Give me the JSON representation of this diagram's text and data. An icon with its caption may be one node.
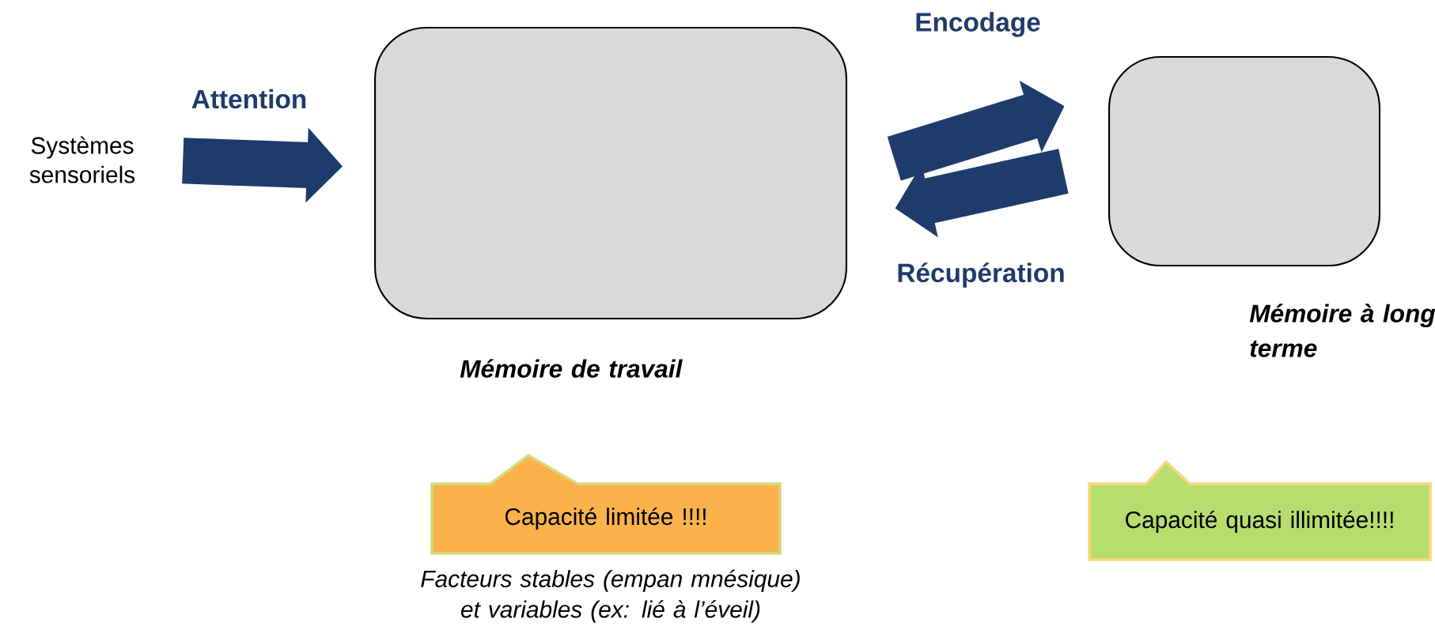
{
  "diagram": {
    "nodes": [
      {
        "text": [
          "Systèmes sensoriels"
        ]
      },
      {
        "text": [
          "Mémoire de travail"
        ]
      },
      {
        "text": [
          "Mémoire à long terme"
        ]
      },
      {
        "text": [
          "Capacité limitée !!!!"
        ],
        "beside": [
          "Facteurs stables (empan mnésique) et variables (ex: lié à l’éveil)"
        ]
      },
      {
        "text": [
          "Capacité quasi illimitée!!!!"
        ]
      }
    ],
    "edges": [
      {
        "from": 0,
        "to": 1,
        "arrow": "to",
        "label": "Attention"
      },
      {
        "from": 1,
        "to": 2,
        "arrow": "to",
        "label": "Encodage"
      },
      {
        "from": 2,
        "to": 1,
        "arrow": "to",
        "label": "Récupération"
      }
    ]
  }
}
